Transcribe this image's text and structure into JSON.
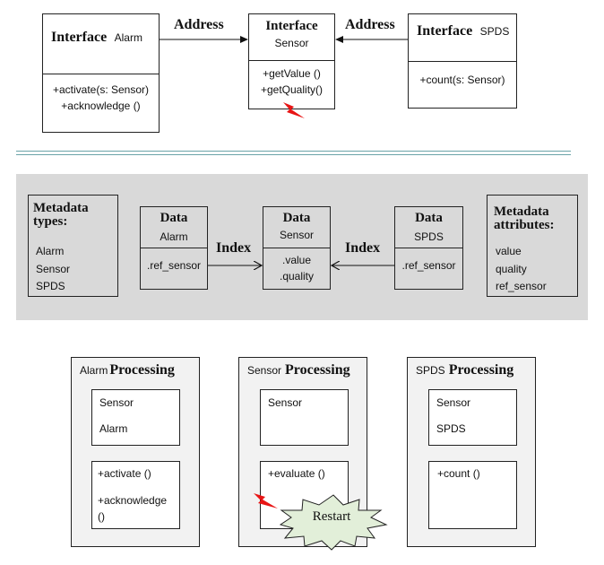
{
  "top_row": {
    "alarm_interface": {
      "title": "Interface",
      "name": "Alarm",
      "methods": [
        "+activate(s: Sensor)",
        "+acknowledge ()"
      ]
    },
    "sensor_interface": {
      "title": "Interface",
      "name": "Sensor",
      "methods": [
        "+getValue ()",
        "+getQuality()"
      ]
    },
    "spds_interface": {
      "title": "Interface",
      "name": "SPDS",
      "methods": [
        "+count(s: Sensor)"
      ]
    },
    "link_left": "Address",
    "link_right": "Address"
  },
  "middle_row": {
    "metadata_types": {
      "title_line1": "Metadata",
      "title_line2": "types:",
      "items": [
        "Alarm",
        "Sensor",
        "SPDS"
      ]
    },
    "data_alarm": {
      "title": "Data",
      "name": "Alarm",
      "fields": [
        ".ref_sensor"
      ]
    },
    "data_sensor": {
      "title": "Data",
      "name": "Sensor",
      "fields": [
        ".value",
        ".quality"
      ]
    },
    "data_spds": {
      "title": "Data",
      "name": "SPDS",
      "fields": [
        ".ref_sensor"
      ]
    },
    "metadata_attributes": {
      "title_line1": "Metadata",
      "title_line2": "attributes:",
      "items": [
        "value",
        "quality",
        "ref_sensor"
      ]
    },
    "link_left": "Index",
    "link_right": "Index"
  },
  "bottom_row": {
    "alarm_processing": {
      "prefix": "Alarm",
      "title": "Processing",
      "top_items": [
        "Sensor",
        "Alarm"
      ],
      "bottom_items": [
        "+activate ()",
        "+acknowledge",
        "()"
      ]
    },
    "sensor_processing": {
      "prefix": "Sensor",
      "title": "Processing",
      "top_items": [
        "Sensor"
      ],
      "bottom_items": [
        "+evaluate ()"
      ],
      "burst_label": "Restart"
    },
    "spds_processing": {
      "prefix": "SPDS",
      "title": "Processing",
      "top_items": [
        "Sensor",
        "SPDS"
      ],
      "bottom_items": [
        "+count ()"
      ]
    }
  },
  "colors": {
    "panel_gray": "#d9d9d9",
    "process_fill": "#f2f2f2",
    "divider_teal": "#6aa3a8",
    "lightning_red": "#e81515",
    "burst_fill": "#e2efd9"
  }
}
